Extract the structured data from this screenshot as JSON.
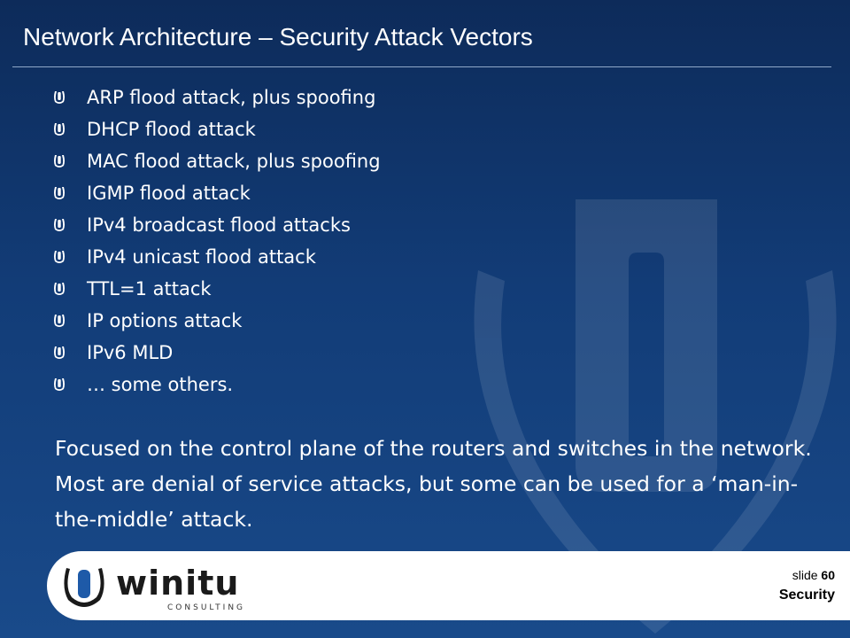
{
  "slide": {
    "title": "Network Architecture – Security Attack Vectors",
    "bullets": [
      "ARP flood attack, plus spoofing",
      "DHCP flood attack",
      "MAC flood attack, plus spoofing",
      "IGMP flood attack",
      "IPv4 broadcast flood attacks",
      "IPv4 unicast flood attack",
      "TTL=1 attack",
      "IP options attack",
      "IPv6 MLD",
      "… some others."
    ],
    "paragraph": "Focused on the control plane of the routers and switches in the network. Most are denial of service attacks, but some can be used for a ‘man-in-the-middle’ attack."
  },
  "footer": {
    "logo_name": "winitu",
    "logo_tagline": "CONSULTING",
    "slide_label": "slide",
    "slide_number": "60",
    "section": "Security"
  },
  "icons": {
    "bullet": "u-logo-bullet-icon",
    "background": "u-logo-watermark-icon"
  },
  "colors": {
    "background_top": "#0d2b5a",
    "background_bottom": "#194a8a",
    "logo_blue": "#1e5aa8",
    "logo_dark": "#1a1a1a"
  }
}
